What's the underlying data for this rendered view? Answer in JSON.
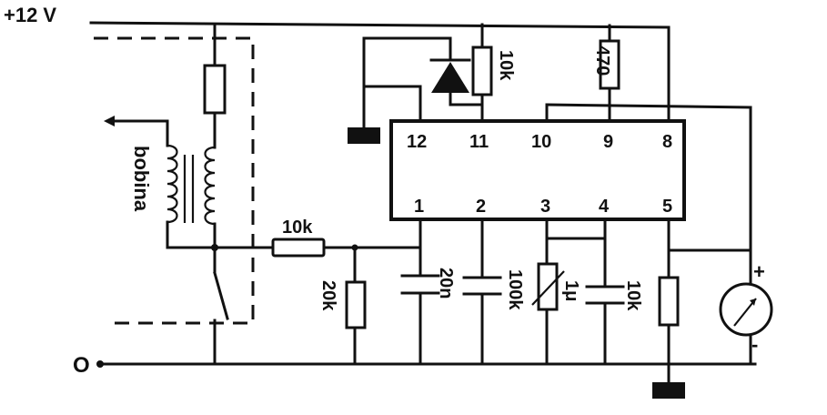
{
  "supply_label": "+12 V",
  "ground_label": "O",
  "coil_label": "bobina",
  "ic_pins_top": [
    "12",
    "11",
    "10",
    "9",
    "8"
  ],
  "ic_pins_bottom": [
    "1",
    "2",
    "3",
    "4",
    "5"
  ],
  "components": {
    "r_series": "10k",
    "r_shunt": "20k",
    "c_2": "20n",
    "pot": "100k",
    "c_4": "1μ",
    "r_5": "10k",
    "r_11": "10k",
    "r_9": "470"
  },
  "meter_plus": "+",
  "meter_minus": "-"
}
